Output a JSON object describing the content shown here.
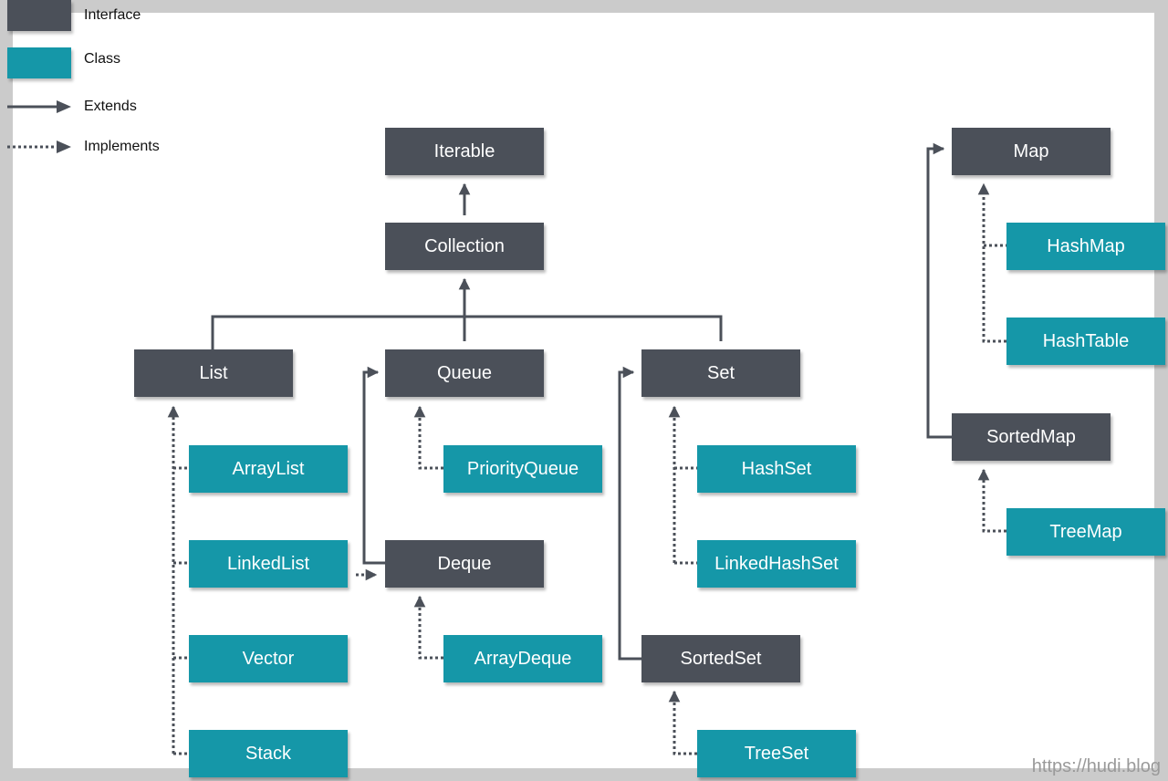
{
  "legend": {
    "interface_label": "Interface",
    "class_label": "Class",
    "extends_label": "Extends",
    "implements_label": "Implements"
  },
  "nodes": {
    "iterable": "Iterable",
    "collection": "Collection",
    "list": "List",
    "queue": "Queue",
    "set": "Set",
    "deque": "Deque",
    "sortedset": "SortedSet",
    "arraylist": "ArrayList",
    "linkedlist": "LinkedList",
    "vector": "Vector",
    "stack": "Stack",
    "priorityqueue": "PriorityQueue",
    "arraydeque": "ArrayDeque",
    "hashset": "HashSet",
    "linkedhashset": "LinkedHashSet",
    "treeset": "TreeSet",
    "map": "Map",
    "sortedmap": "SortedMap",
    "hashmap": "HashMap",
    "hashtable": "HashTable",
    "treemap": "TreeMap"
  },
  "colors": {
    "interface": "#4b5059",
    "class": "#1597a8",
    "edge": "#4b5059"
  },
  "watermark": "https://hudi.blog"
}
